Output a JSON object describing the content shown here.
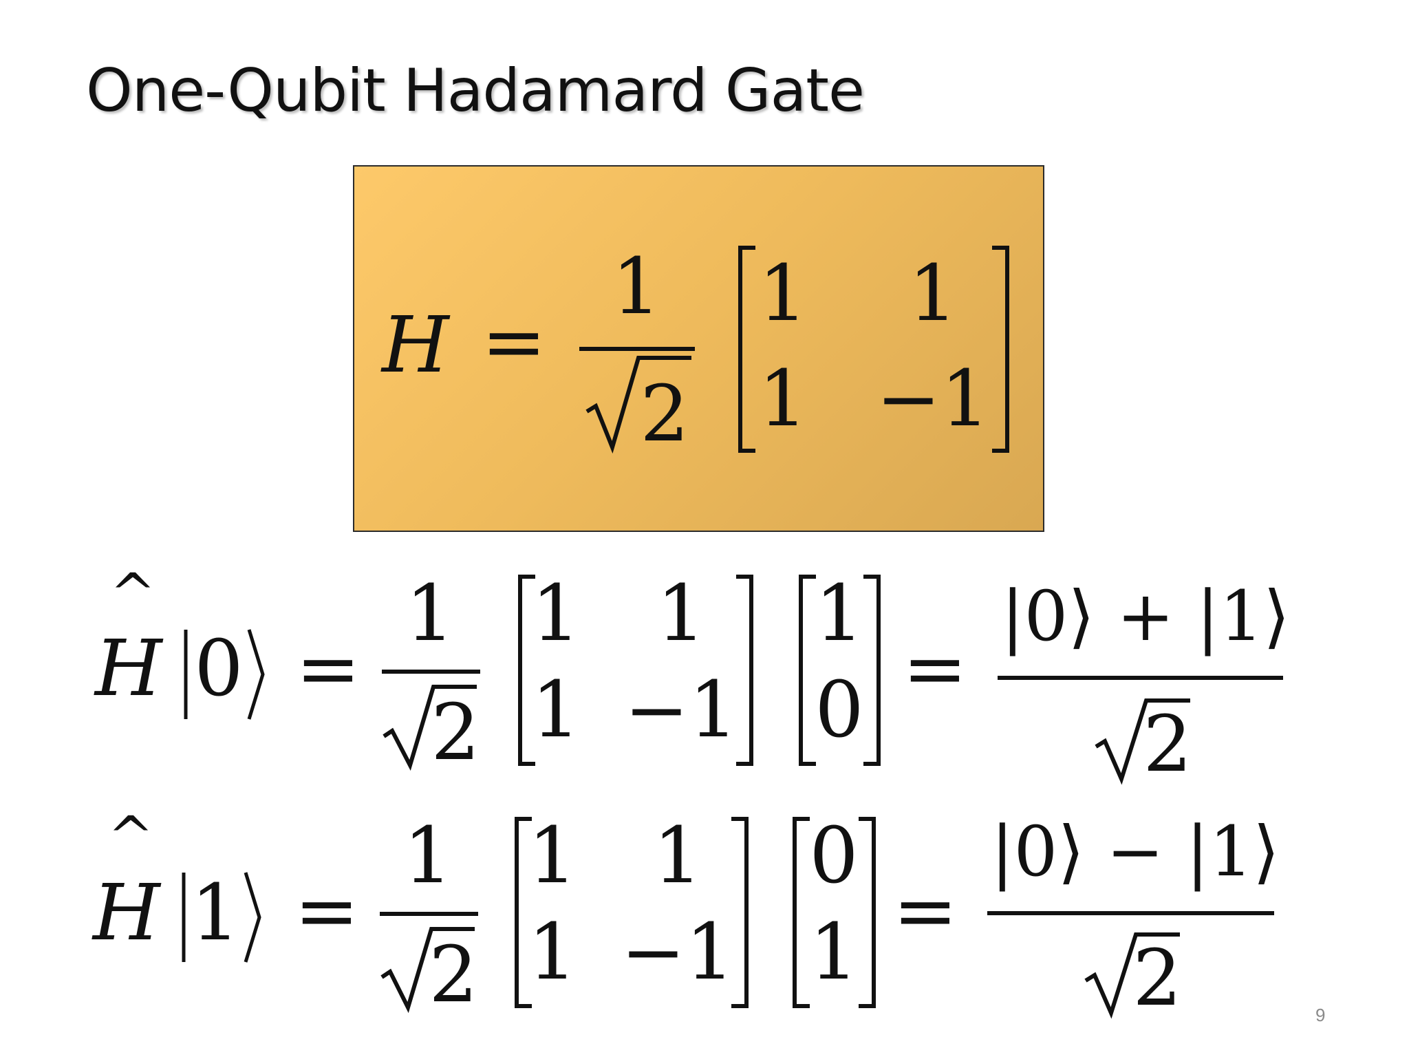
{
  "slide": {
    "title": "One-Qubit Hadamard Gate",
    "page_number": "9",
    "box_color": "#f4c063"
  },
  "definition": {
    "lhs": "H",
    "equals": "=",
    "coef_num": "1",
    "coef_den": "2",
    "matrix": [
      [
        "1",
        "1"
      ],
      [
        "1",
        "−1"
      ]
    ]
  },
  "eq0": {
    "op": "H",
    "hat": "^",
    "ket_in": "0",
    "equals": "=",
    "coef_num": "1",
    "coef_den": "2",
    "matrix": [
      [
        "1",
        "1"
      ],
      [
        "1",
        "−1"
      ]
    ],
    "vector": [
      "1",
      "0"
    ],
    "equals2": "=",
    "result_num": "|0⟩ + |1⟩",
    "result_den": "2"
  },
  "eq1": {
    "op": "H",
    "hat": "^",
    "ket_in": "1",
    "equals": "=",
    "coef_num": "1",
    "coef_den": "2",
    "matrix": [
      [
        "1",
        "1"
      ],
      [
        "1",
        "−1"
      ]
    ],
    "vector": [
      "0",
      "1"
    ],
    "equals2": "=",
    "result_num": "|0⟩ − |1⟩",
    "result_den": "2"
  }
}
